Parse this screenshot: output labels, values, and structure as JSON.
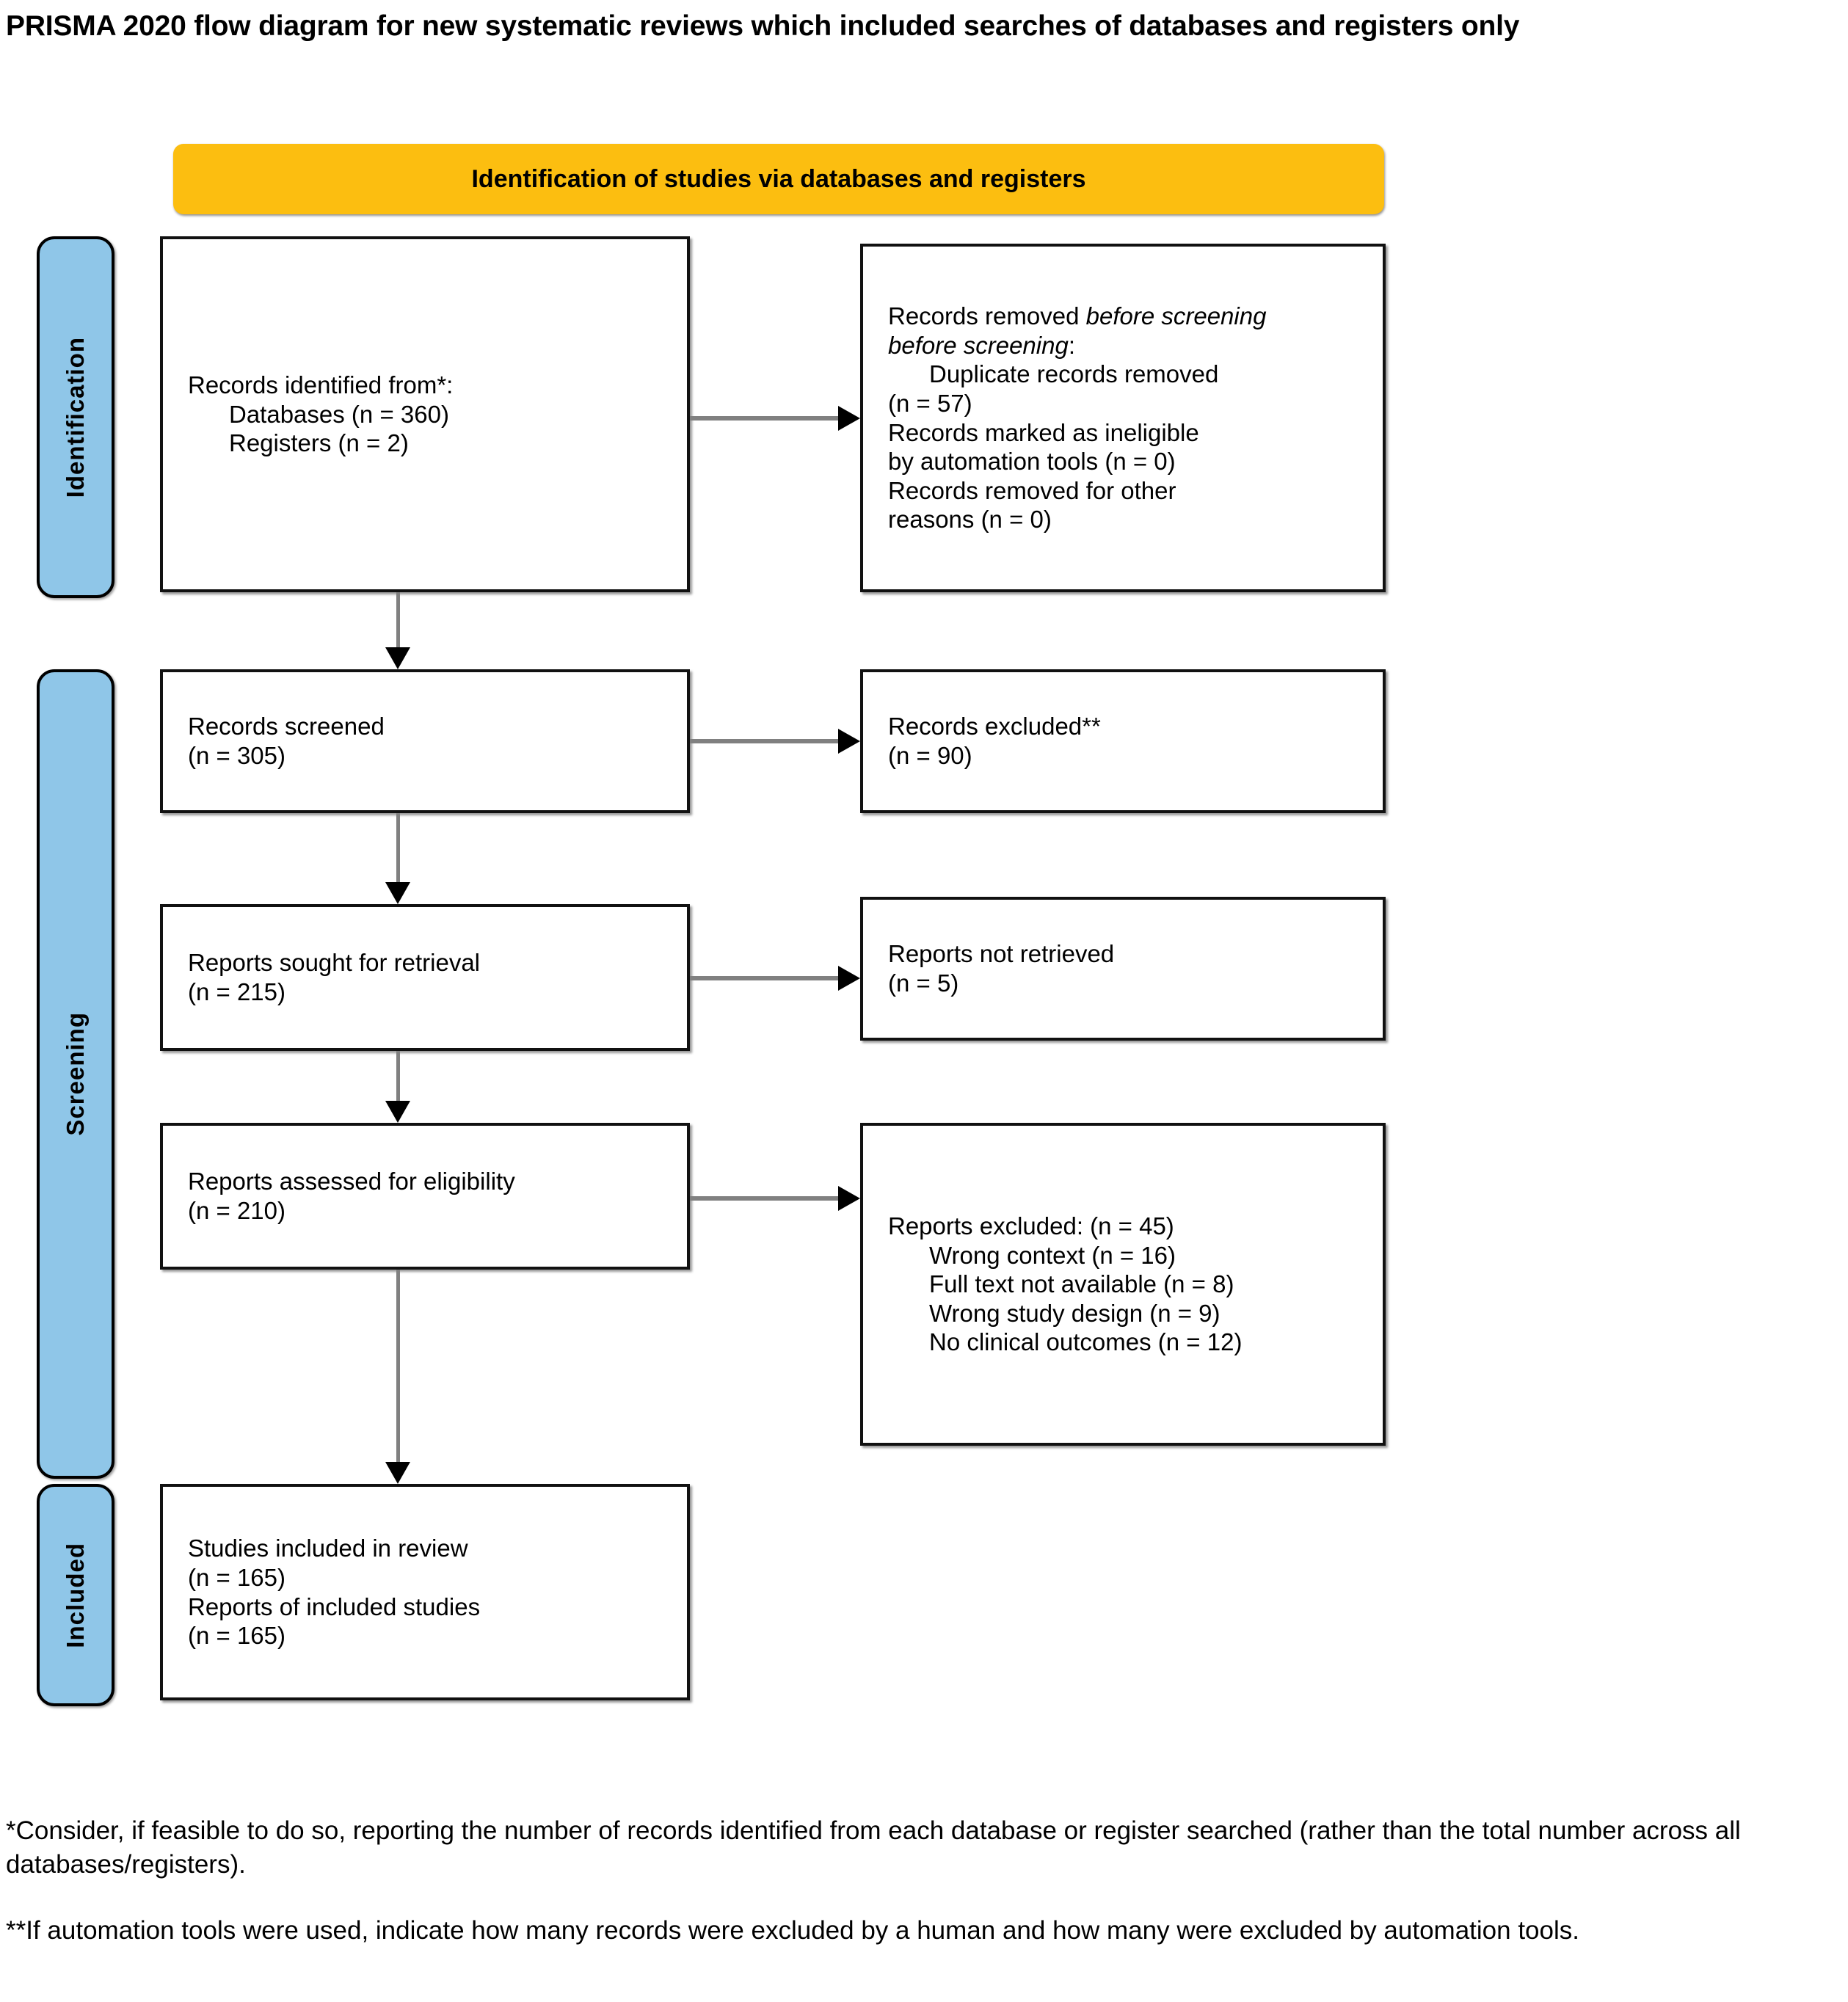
{
  "title": "PRISMA 2020 flow diagram for new systematic reviews which included searches of databases and registers only",
  "banner": {
    "identification": "Identification of studies via databases and registers"
  },
  "phases": {
    "identification": "Identification",
    "screening": "Screening",
    "included": "Included"
  },
  "boxes": {
    "records_identified": {
      "name": "Records identified from*:",
      "lines": [
        "Records identified from*:",
        "Databases (n = 360)",
        "Registers (n = 2)"
      ]
    },
    "records_removed": {
      "name": "Records removed before screening:",
      "lines": [
        "Records removed ",
        "before screening",
        ":",
        "Duplicate records removed",
        "(n = 57)",
        "Records marked as ineligible",
        "by automation tools (n = 0)",
        "Records removed for other",
        "reasons (n = 0)"
      ]
    },
    "records_screened": {
      "lines": [
        "Records screened",
        "(n = 305)"
      ]
    },
    "records_excluded": {
      "lines": [
        "Records excluded**",
        "(n = 90)"
      ]
    },
    "reports_sought": {
      "lines": [
        "Reports sought for retrieval",
        "(n = 215)"
      ]
    },
    "reports_not_retrieved": {
      "lines": [
        "Reports not retrieved",
        "(n = 5)"
      ]
    },
    "reports_assessed": {
      "lines": [
        "Reports assessed for eligibility",
        "(n = 210)"
      ]
    },
    "reports_excluded": {
      "lines": [
        "Reports excluded: (n = 45)",
        "Wrong context (n = 16)",
        "Full text not available (n = 8)",
        "Wrong study design (n = 9)",
        "No clinical outcomes (n = 12)"
      ]
    },
    "studies_included": {
      "lines": [
        "Studies included in review",
        "(n = 165)",
        "Reports of included studies",
        "(n = 165)"
      ]
    }
  },
  "footnotes": {
    "first": "*Consider, if feasible to do so, reporting the number of records identified from each database or register searched (rather than the total number across all databases/registers).",
    "second": "**If automation tools were used, indicate how many records were excluded by a human and how many were excluded by automation tools."
  },
  "flow_data": {
    "type": "diagram",
    "identified_databases": 360,
    "identified_registers": 2,
    "duplicates_removed": 57,
    "ineligible_by_automation": 0,
    "removed_other_reasons": 0,
    "records_screened": 305,
    "records_excluded": 90,
    "reports_sought": 215,
    "reports_not_retrieved": 5,
    "reports_assessed": 210,
    "reports_excluded_total": 45,
    "reports_excluded_reasons": [
      {
        "reason": "Wrong context",
        "n": 16
      },
      {
        "reason": "Full text not available",
        "n": 8
      },
      {
        "reason": "Wrong study design",
        "n": 9
      },
      {
        "reason": "No clinical outcomes",
        "n": 12
      }
    ],
    "studies_included": 165,
    "reports_of_included_studies": 165
  },
  "colors": {
    "banner": "#FCBE10",
    "phase_label": "#8FC6E8",
    "box_border": "#111111",
    "arrow_shaft": "#808080",
    "arrow_head": "#000000"
  }
}
